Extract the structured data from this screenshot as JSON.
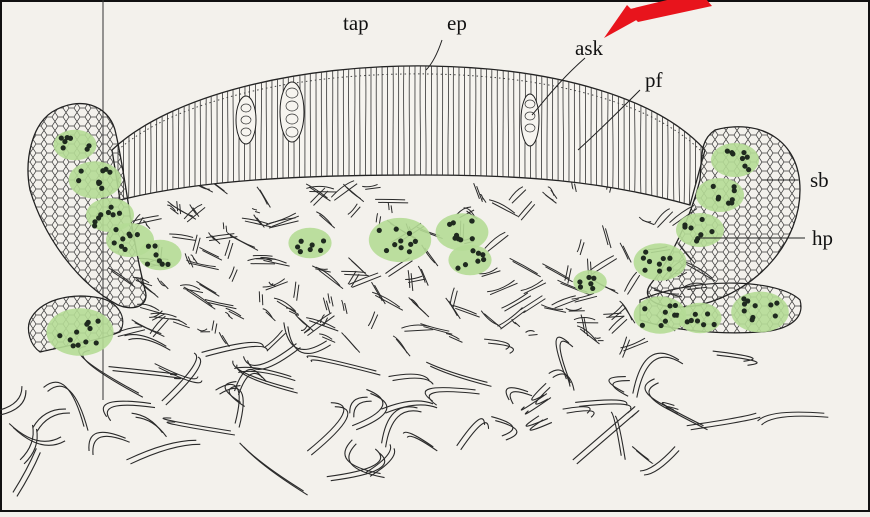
{
  "figure": {
    "labels": {
      "tap": "tap",
      "ep": "ep",
      "ask": "ask",
      "pf": "pf",
      "sb": "sb",
      "hp": "hp"
    },
    "colors": {
      "background": "#f3f1ec",
      "line": "#2a2a2a",
      "algae_fill": "#b5dc96",
      "algae_cell": "#1f2a1f",
      "arrow": "#e8141c",
      "frame": "#111111"
    },
    "icons": {
      "arrow": "red-pointer-arrow"
    }
  }
}
